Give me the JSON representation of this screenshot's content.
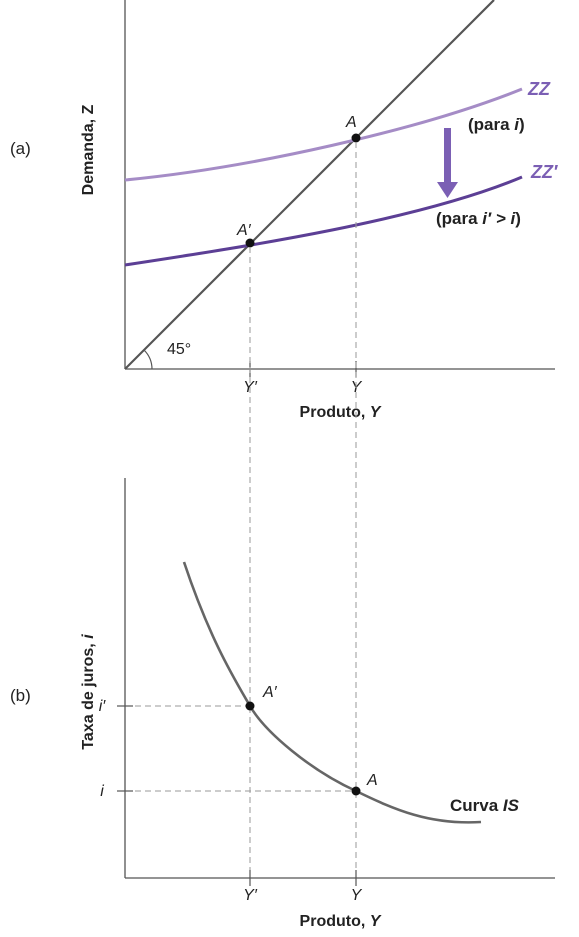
{
  "panel_a": {
    "tag": "(a)",
    "y_axis_title": "Demanda, Z",
    "x_axis_title": "Produto, Y",
    "angle_label": "45°",
    "tick_y_prime": "Y′",
    "tick_y": "Y",
    "point_a": "A",
    "point_a_prime": "A′",
    "zz_label": "ZZ",
    "zz_note_prefix": "(para ",
    "zz_note_var": "i",
    "zz_note_suffix": ")",
    "zz_prime_label": "ZZ′",
    "zz_prime_note_prefix": "(para ",
    "zz_prime_note_var": "i′ > i",
    "zz_prime_note_suffix": ")"
  },
  "panel_b": {
    "tag": "(b)",
    "y_axis_title": "Taxa de juros, i",
    "x_axis_title": "Produto, Y",
    "tick_i_prime": "i′",
    "tick_i": "i",
    "tick_y_prime": "Y′",
    "tick_y": "Y",
    "point_a": "A",
    "point_a_prime": "A′",
    "curve_label_prefix": "Curva ",
    "curve_label_var": "IS"
  },
  "colors": {
    "axis": "#555555",
    "line45": "#555555",
    "zz": "#a58cc6",
    "zz_prime": "#5c3f95",
    "arrow": "#7b5fb4",
    "is_curve": "#666666",
    "dash": "#9a9a9a",
    "point": "#111111"
  }
}
